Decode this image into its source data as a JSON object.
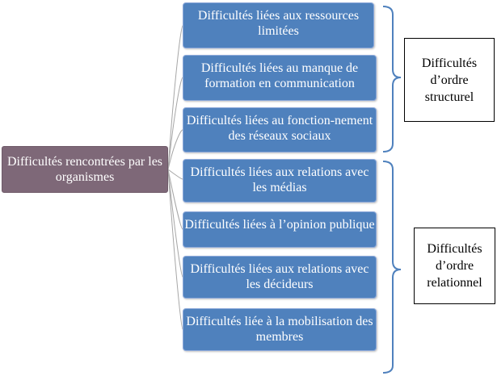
{
  "root": {
    "label": "Difficultés rencontrées par les organismes"
  },
  "nodes": [
    {
      "label": "Difficultés liées aux ressources limitées"
    },
    {
      "label": "Difficultés liées au manque de formation en communication"
    },
    {
      "label": "Difficultés liées au fonction-nement des réseaux sociaux"
    },
    {
      "label": "Difficultés liées aux relations avec les médias"
    },
    {
      "label": "Difficultés liées à l’opinion publique"
    },
    {
      "label": "Difficultés liées aux relations avec les décideurs"
    },
    {
      "label": "Difficultés liée à la mobilisation des membres"
    }
  ],
  "groups": [
    {
      "label": "Difficultés d’ordre structurel"
    },
    {
      "label": "Difficultés d’ordre relationnel"
    }
  ],
  "colors": {
    "root_fill": "#7e6878",
    "node_fill": "#4f81bd",
    "bracket": "#4f81bd",
    "connector": "#a6a6a6"
  }
}
